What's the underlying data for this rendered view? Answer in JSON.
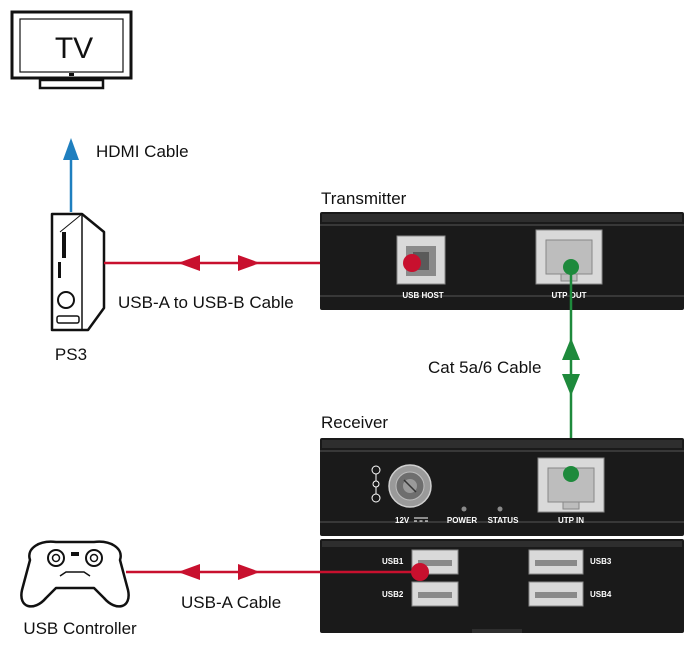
{
  "devices": {
    "tv": "TV",
    "ps3": "PS3",
    "transmitter": "Transmitter",
    "receiver": "Receiver",
    "controller": "USB Controller"
  },
  "cables": {
    "hdmi": "HDMI Cable",
    "usb_ab": "USB-A to USB-B Cable",
    "cat": "Cat 5a/6 Cable",
    "usb_a": "USB-A Cable"
  },
  "ports": {
    "usb_host": "USB HOST",
    "utp_out": "UTP OUT",
    "utp_in": "UTP IN",
    "power_in": "12V",
    "power_led": "POWER",
    "status_led": "STATUS",
    "usb1": "USB1",
    "usb2": "USB2",
    "usb3": "USB3",
    "usb4": "USB4"
  },
  "colors": {
    "hdmi": "#1f7fbf",
    "usb": "#c8102e",
    "cat": "#1e8a3c",
    "panel": "#1a1a1a"
  },
  "icons": {
    "tv": "tv-icon",
    "ps3": "ps3-console-icon",
    "controller": "gamepad-icon"
  }
}
